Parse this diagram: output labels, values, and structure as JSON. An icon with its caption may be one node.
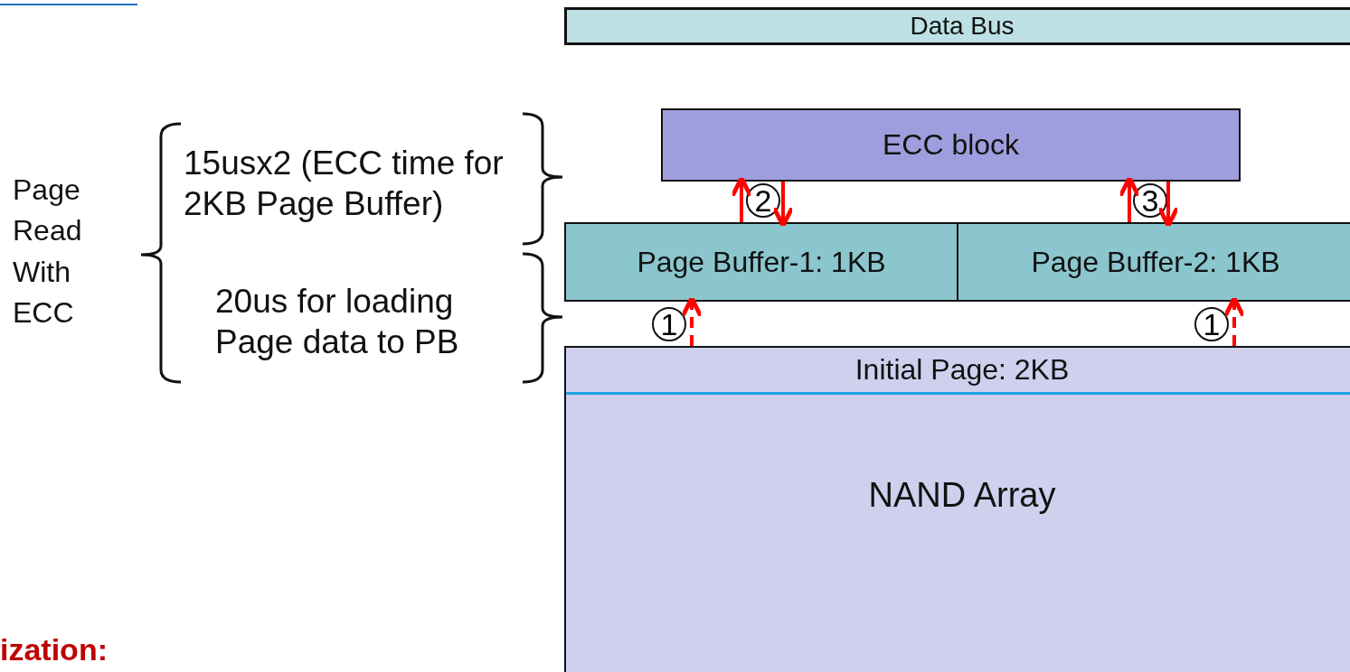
{
  "diagram": {
    "nodes": [
      {
        "text": [
          "Data Bus"
        ]
      },
      {
        "text": [
          "ECC block"
        ]
      },
      {
        "text": [
          "Page Buffer-1: 1KB"
        ]
      },
      {
        "text": [
          "Page Buffer-2: 1KB"
        ]
      },
      {
        "text": [
          "NAND Array"
        ]
      },
      {
        "text": [
          "Initial Page: 2KB"
        ],
        "in": 4
      }
    ],
    "edges": [
      {
        "from": 2,
        "to": 1,
        "arrow": "to"
      },
      {
        "from": 1,
        "to": 2,
        "arrow": "to"
      },
      {
        "from": 3,
        "to": 1,
        "arrow": "to"
      },
      {
        "from": 1,
        "to": 3,
        "arrow": "to"
      },
      {
        "from": 5,
        "to": 2,
        "arrow": "to",
        "style": "dashed"
      },
      {
        "from": 5,
        "to": 3,
        "arrow": "to",
        "style": "dashed"
      }
    ],
    "labels": [
      "Page Read With ECC",
      "15usx2 (ECC time for 2KB Page Buffer)",
      "20us for loading Page data to PB",
      "2",
      "3",
      "1",
      "1",
      "ization:"
    ]
  }
}
